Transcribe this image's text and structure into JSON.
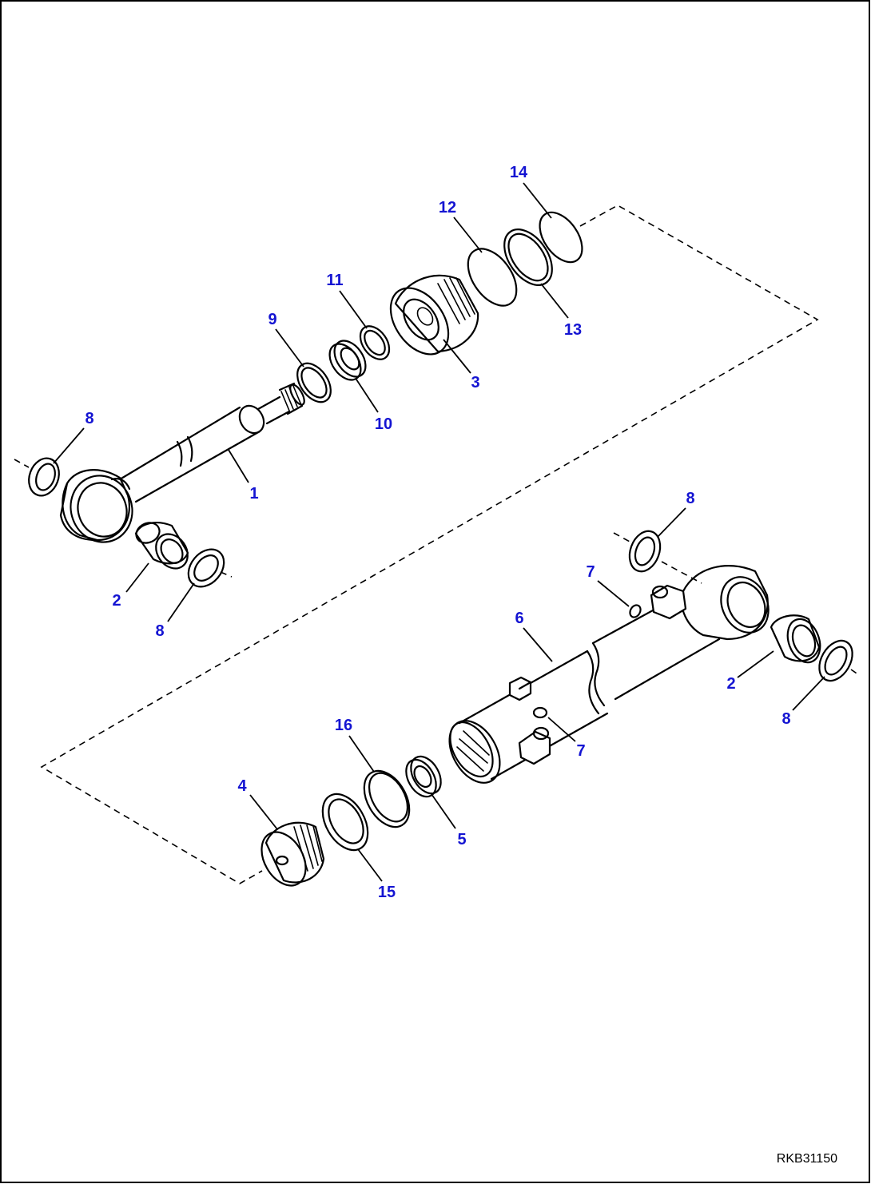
{
  "drawing_code": "RKB31150",
  "callouts": {
    "c1": "1",
    "c2a": "2",
    "c2b": "2",
    "c3": "3",
    "c4": "4",
    "c5": "5",
    "c6": "6",
    "c7a": "7",
    "c7b": "7",
    "c8a": "8",
    "c8b": "8",
    "c8c": "8",
    "c8d": "8",
    "c9": "9",
    "c10": "10",
    "c11": "11",
    "c12": "12",
    "c13": "13",
    "c14": "14",
    "c15": "15",
    "c16": "16"
  }
}
